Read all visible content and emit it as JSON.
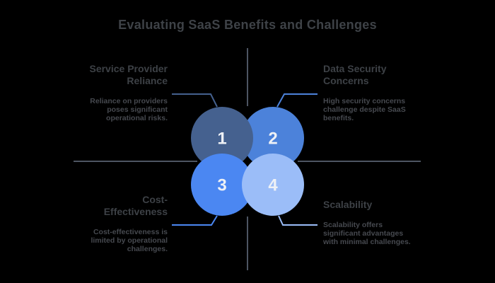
{
  "title": "Evaluating SaaS Benefits and Challenges",
  "colors": {
    "background": "#000000",
    "title_text": "#3e4247",
    "heading_text": "#3d4146",
    "body_text": "#46494f",
    "axis_line": "#4d5562",
    "number_text": "#eef1f6"
  },
  "items": [
    {
      "number": "1",
      "heading": "Service Provider Reliance",
      "heading_lines": [
        "Service Provider",
        "Reliance"
      ],
      "description": "Reliance on providers poses significant operational risks.",
      "body_lines": [
        "Reliance on providers",
        "poses significant",
        "operational risks."
      ],
      "color": "#45618f"
    },
    {
      "number": "2",
      "heading": "Data Security Concerns",
      "heading_lines": [
        "Data Security",
        "Concerns"
      ],
      "description": "High security concerns challenge despite SaaS benefits.",
      "body_lines": [
        "High security concerns",
        "challenge despite SaaS",
        "benefits."
      ],
      "color": "#4c82da"
    },
    {
      "number": "3",
      "heading": "Cost-Effectiveness",
      "heading_lines": [
        "Cost-",
        "Effectiveness"
      ],
      "description": "Cost-effectiveness is limited by operational challenges.",
      "body_lines": [
        "Cost-effectiveness is",
        "limited by operational",
        "challenges."
      ],
      "color": "#4b87f2"
    },
    {
      "number": "4",
      "heading": "Scalability",
      "heading_lines": [
        "Scalability"
      ],
      "description": "Scalability offers significant advantages with minimal challenges.",
      "body_lines": [
        "Scalability offers",
        "significant advantages",
        "with minimal challenges."
      ],
      "color": "#9bbdf8"
    }
  ]
}
